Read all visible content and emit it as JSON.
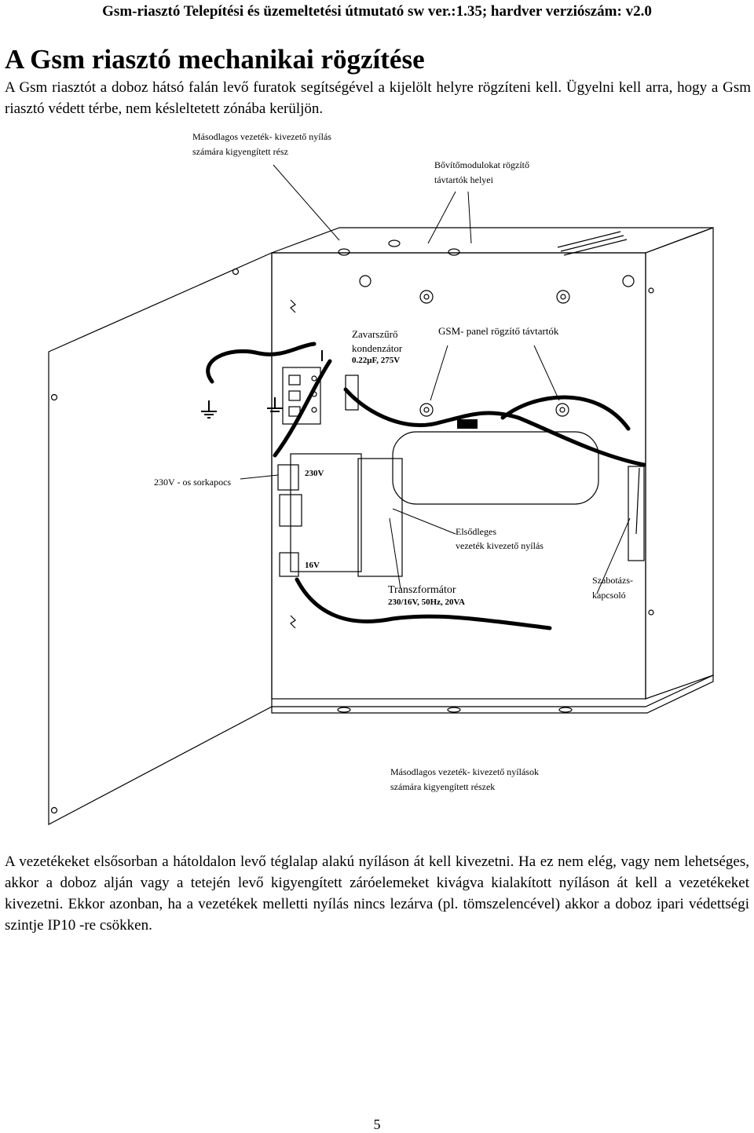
{
  "document": {
    "running_header": "Gsm-riasztó Telepítési és üzemeltetési útmutató sw ver.:1.35; hardver verziószám: v2.0",
    "title": "A Gsm riasztó mechanikai rögzítése",
    "intro_paragraph": "A Gsm riasztót a doboz hátsó falán levő furatok segítségével a kijelölt helyre rögzíteni kell. Ügyelni kell arra, hogy a Gsm riasztó védett térbe, nem késleltetett zónába kerüljön.",
    "body_paragraph": "A vezetékeket elsősorban a hátoldalon levő téglalap alakú nyíláson át kell  kivezetni. Ha ez nem elég, vagy nem lehetséges, akkor a doboz alján vagy a tetején levő kigyengített záróelemeket kivágva kialakított nyíláson át kell a vezetékeket kivezetni. Ekkor azonban, ha a vezetékek melletti nyílás nincs lezárva (pl. tömszelencével) akkor a doboz ipari védettségi szintje IP10 -re csökken.",
    "page_number": "5"
  },
  "figure": {
    "labels": {
      "secondary_top_1": "Másodlagos vezeték- kivezető nyílás",
      "secondary_top_2": "számára kigyengített rész",
      "expansion_1": "Bővítőmodulokat rögzítő",
      "expansion_2": "távtartók helyei",
      "filter_1": "Zavarszűrő",
      "filter_2": "kondenzátor",
      "filter_3": "0.22μF,  275V",
      "gsm_standoffs": "GSM- panel rögzítő távtartók",
      "terminal_230": "230V - os sorkapocs",
      "v230": "230V",
      "primary_1": "Elsődleges",
      "primary_2": "vezeték kivezető nyílás",
      "v16": "16V",
      "transformer_1": "Transzformátor",
      "transformer_2": "230/16V, 50Hz, 20VA",
      "tamper_1": "Szabotázs-",
      "tamper_2": "kapcsoló",
      "secondary_bottom_1": "Másodlagos vezeték- kivezető nyílások",
      "secondary_bottom_2": "számára kigyengített részek"
    }
  }
}
